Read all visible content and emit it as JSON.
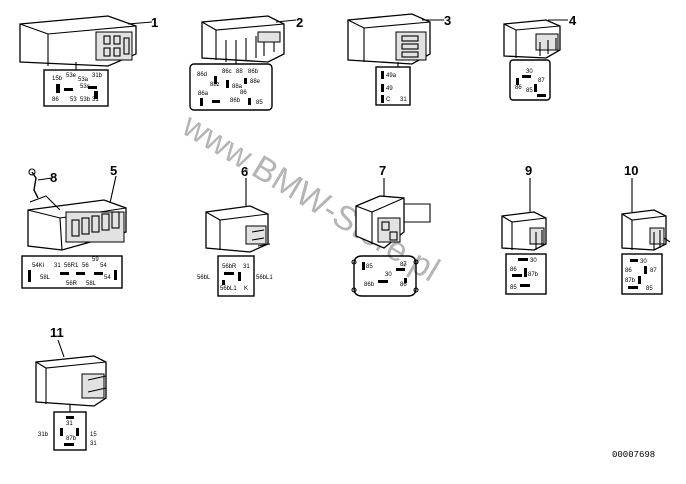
{
  "watermark": "www.BMW-Store.pl",
  "drawing_number": "00007698",
  "parts": [
    {
      "callout": "1",
      "pins": [
        "15b",
        "53e",
        "53a",
        "31b",
        "53c",
        "53",
        "53b",
        "31",
        "86"
      ]
    },
    {
      "callout": "2",
      "pins": [
        "86d",
        "86c",
        "88",
        "86b",
        "88e",
        "88z",
        "88a",
        "86",
        "86a",
        "86b",
        "85"
      ]
    },
    {
      "callout": "3",
      "pins": [
        "49a",
        "49",
        "C",
        "31"
      ]
    },
    {
      "callout": "4",
      "pins": [
        "30",
        "87",
        "86",
        "85"
      ]
    },
    {
      "callout": "5",
      "pins": [
        "54Kl",
        "31",
        "56R1",
        "56",
        "54",
        "59",
        "58L",
        "56R",
        "58L",
        "54"
      ]
    },
    {
      "callout": "6",
      "pins": [
        "56bR",
        "31",
        "56bL",
        "56bL1",
        "56bL1",
        "K"
      ]
    },
    {
      "callout": "7",
      "pins": [
        "85",
        "87",
        "30",
        "86b",
        "86"
      ]
    },
    {
      "callout": "8",
      "pins": []
    },
    {
      "callout": "9",
      "pins": [
        "30",
        "86",
        "87b",
        "85"
      ]
    },
    {
      "callout": "10",
      "pins": [
        "30",
        "86",
        "87",
        "87b",
        "85"
      ]
    },
    {
      "callout": "11",
      "pins": [
        "31b",
        "31",
        "15",
        "87b",
        "31"
      ]
    }
  ]
}
